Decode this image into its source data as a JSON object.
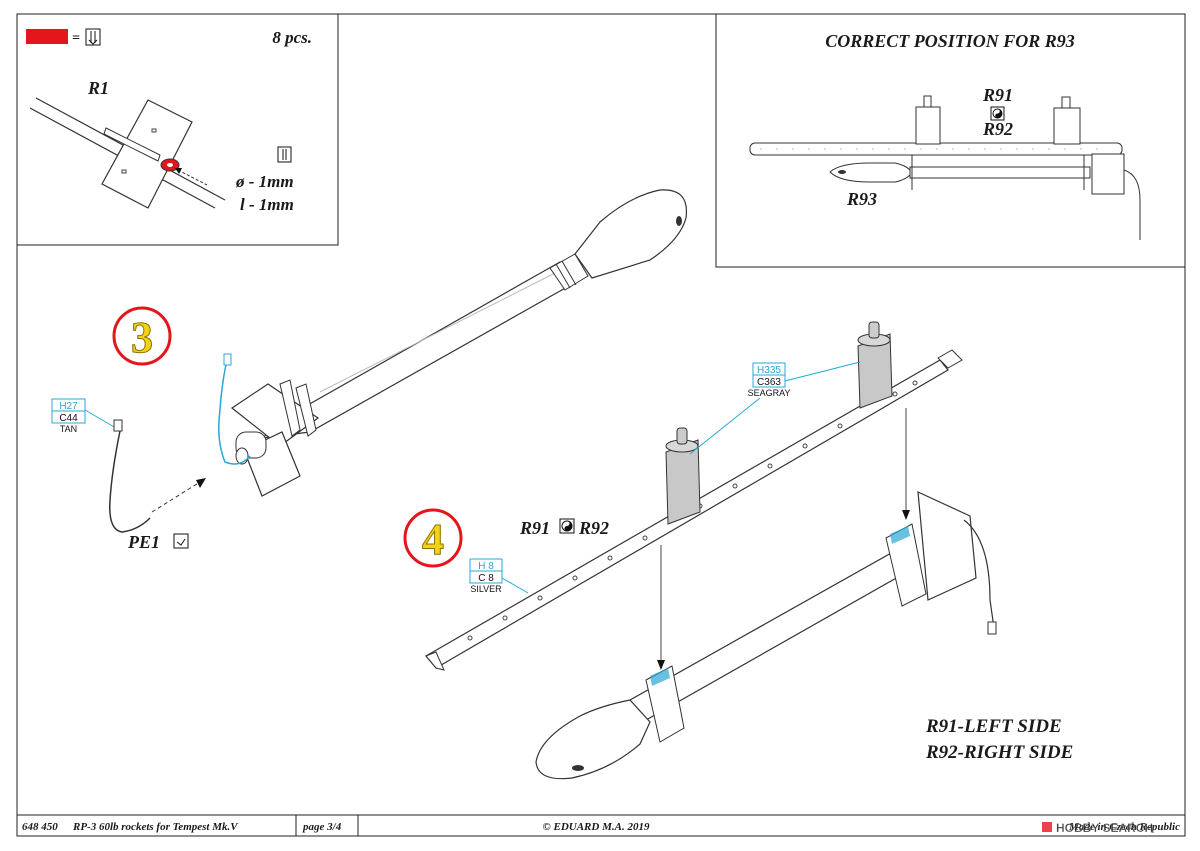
{
  "legend": {
    "equals": "=",
    "qty": "8 pcs."
  },
  "detail": {
    "part": "R1",
    "dia": "ø - 1mm",
    "len": "l - 1mm"
  },
  "inset": {
    "title": "CORRECT POSITION FOR R93",
    "r91": "R91",
    "r92": "R92",
    "r93": "R93"
  },
  "steps": {
    "s3": "3",
    "s4": "4"
  },
  "colors": {
    "tan": {
      "h": "H27",
      "c": "C44",
      "name": "TAN"
    },
    "seagray": {
      "h": "H335",
      "c": "C363",
      "name": "SEAGRAY"
    },
    "silver": {
      "h": "H 8",
      "c": "C 8",
      "name": "SILVER"
    }
  },
  "labels": {
    "pe1": "PE1",
    "r91": "R91",
    "r92": "R92",
    "left": "R91-LEFT SIDE",
    "right": "R92-RIGHT SIDE"
  },
  "footer": {
    "code": "648 450",
    "title": "RP-3 60lb rockets for Tempest Mk.V",
    "page": "page 3/4",
    "copy": "© EDUARD  M.A. 2019",
    "made": "Made in Czech Republic"
  },
  "watermark": "HOBBY SEARCH",
  "accent": {
    "red": "#e4161c",
    "cyan": "#2aa7d6",
    "yellow": "#f3d218",
    "gray": "#999999"
  }
}
